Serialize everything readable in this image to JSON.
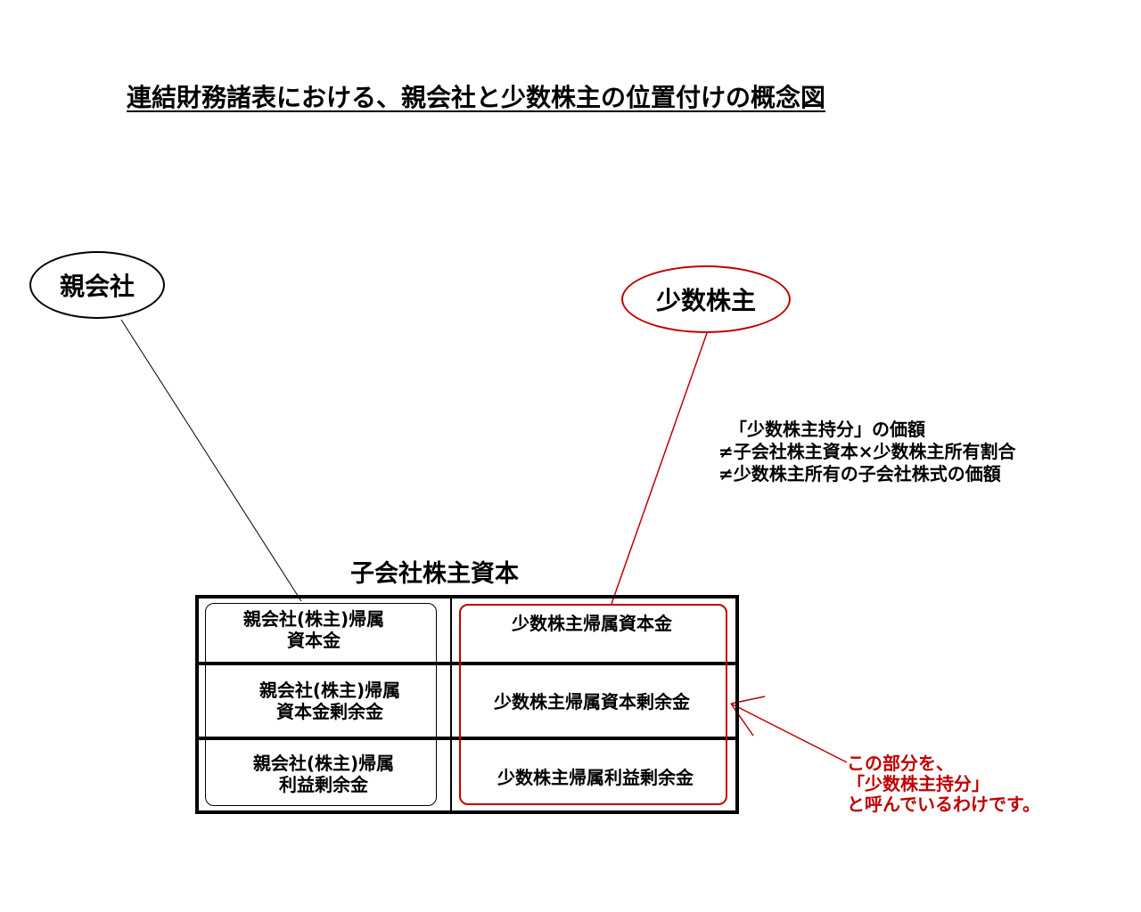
{
  "title": "連結財務諸表における、親会社と少数株主の位置付けの概念図",
  "parent_label": "親会社",
  "minority_label": "少数株主",
  "note": {
    "line1": "「少数株主持分」の価額",
    "line2": "≠子会社株主資本×少数株主所有割合",
    "line3": "≠少数株主所有の子会社株式の価額"
  },
  "table": {
    "title": "子会社株主資本",
    "rows": [
      {
        "parent_line1": "親会社(株主)帰属",
        "parent_line2": "資本金",
        "minority": "少数株主帰属資本金"
      },
      {
        "parent_line1": "親会社(株主)帰属",
        "parent_line2": "資本金剰余金",
        "minority": "少数株主帰属資本剰余金"
      },
      {
        "parent_line1": "親会社(株主)帰属",
        "parent_line2": "利益剰余金",
        "minority": "少数株主帰属利益剰余金"
      }
    ]
  },
  "annotation": {
    "line1": "この部分を、",
    "line2": "「少数株主持分」",
    "line3": "と呼んでいるわけです。"
  },
  "colors": {
    "accent_red": "#c00000",
    "line_black": "#000000"
  }
}
